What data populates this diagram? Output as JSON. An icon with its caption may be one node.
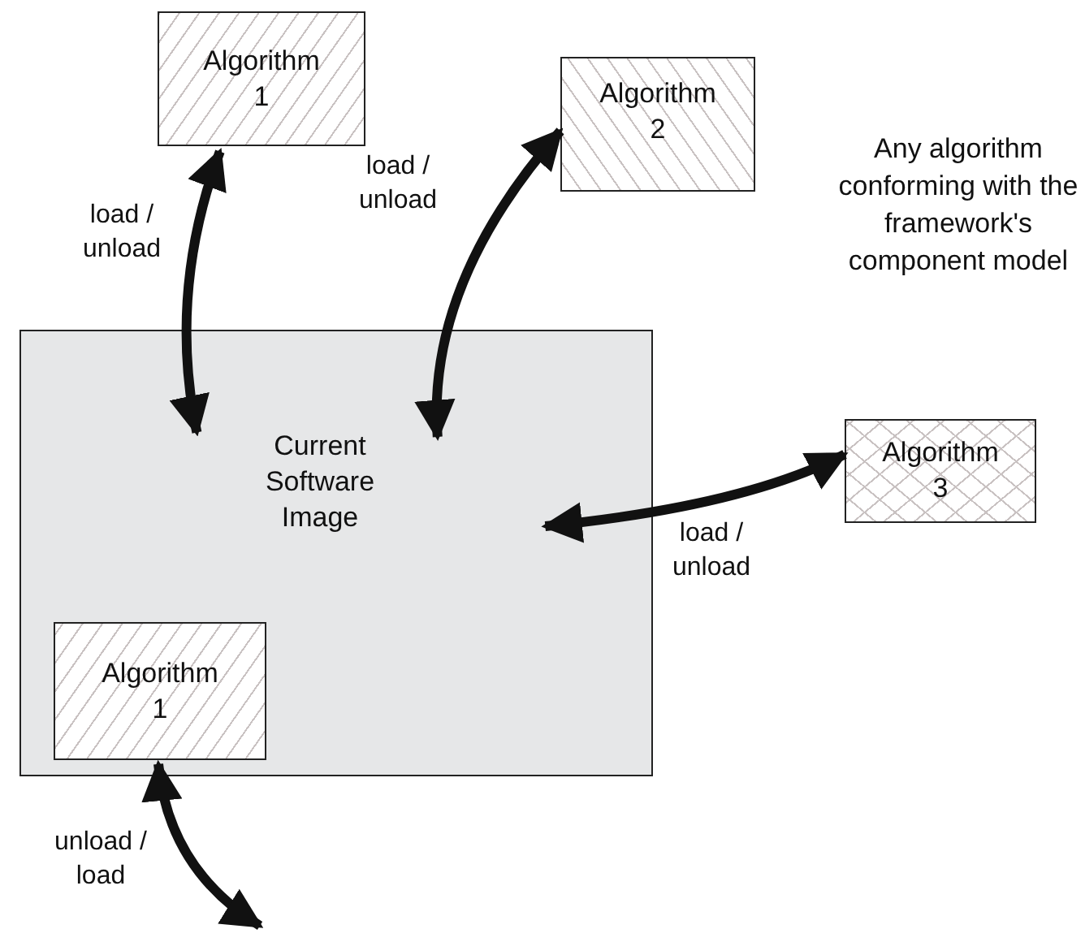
{
  "diagram": {
    "nodes": [
      {
        "text": [
          "Algorithm 1"
        ]
      },
      {
        "text": [
          "Algorithm 2"
        ]
      },
      {
        "text": [
          "Algorithm 3"
        ]
      },
      {
        "text": [
          "Current Software Image"
        ]
      },
      {
        "text": [
          "Algorithm 1"
        ],
        "in": 3
      }
    ],
    "edges": [
      {
        "from": 0,
        "to": 3,
        "arrow": "both",
        "label": "load / unload"
      },
      {
        "from": 1,
        "to": 3,
        "arrow": "both",
        "label": "load / unload"
      },
      {
        "from": 2,
        "to": 3,
        "arrow": "both",
        "label": "load / unload"
      },
      {
        "from": 4,
        "to": null,
        "arrow": "both",
        "label": "unload / load"
      }
    ],
    "labels": [
      "Any algorithm conforming with the framework's component model"
    ]
  }
}
